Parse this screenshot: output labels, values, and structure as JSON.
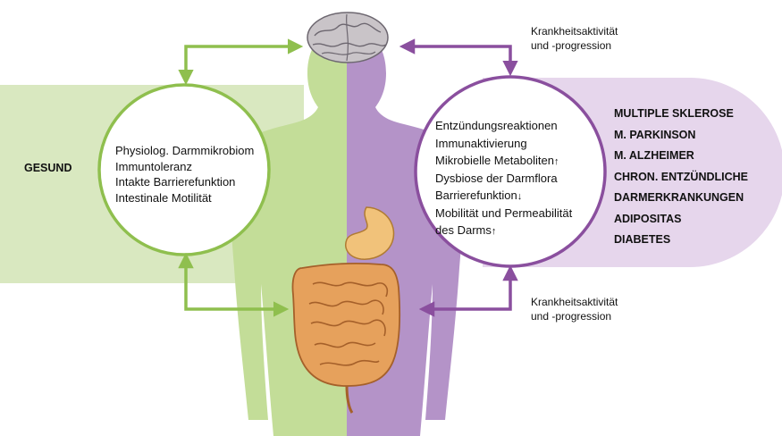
{
  "healthy_label": "GESUND",
  "healthy_items": [
    "Physiolog. Darmmikrobiom",
    "Immuntoleranz",
    "Intakte Barrierefunktion",
    "Intestinale Motilität"
  ],
  "disease_items": [
    {
      "text": "Entzündungsreaktionen",
      "arrow": ""
    },
    {
      "text": "Immunaktivierung",
      "arrow": ""
    },
    {
      "text": "Mikrobielle Metaboliten",
      "arrow": "↑"
    },
    {
      "text": "Dysbiose der Darmflora",
      "arrow": ""
    },
    {
      "text": "Barrierefunktion",
      "arrow": "↓"
    },
    {
      "text": "Mobilität und Permeabilität",
      "arrow": ""
    },
    {
      "text": "des Darms",
      "arrow": "↑"
    }
  ],
  "progression_note_top": [
    "Krankheitsaktivität",
    "und -progression"
  ],
  "progression_note_bottom": [
    "Krankheitsaktivität",
    "und -progression"
  ],
  "diseases": [
    "MULTIPLE SKLEROSE",
    "M. PARKINSON",
    "M. ALZHEIMER",
    "CHRON. ENTZÜNDLICHE",
    "DARMERKRANKUNGEN",
    "ADIPOSITAS",
    "DIABETES"
  ],
  "colors": {
    "green_band": "#d9e8c0",
    "green_body": "#c3dd98",
    "green_arrow": "#8fbf4e",
    "purple_band": "#e6d6ec",
    "purple_body": "#b493c8",
    "purple_arrow": "#8a4f9e",
    "brain": "#c9c4c8",
    "stomach": "#f1c27a",
    "intestine": "#e6a15c"
  },
  "icons": [
    "brain-icon",
    "stomach-icon",
    "intestine-icon",
    "human-silhouette"
  ]
}
